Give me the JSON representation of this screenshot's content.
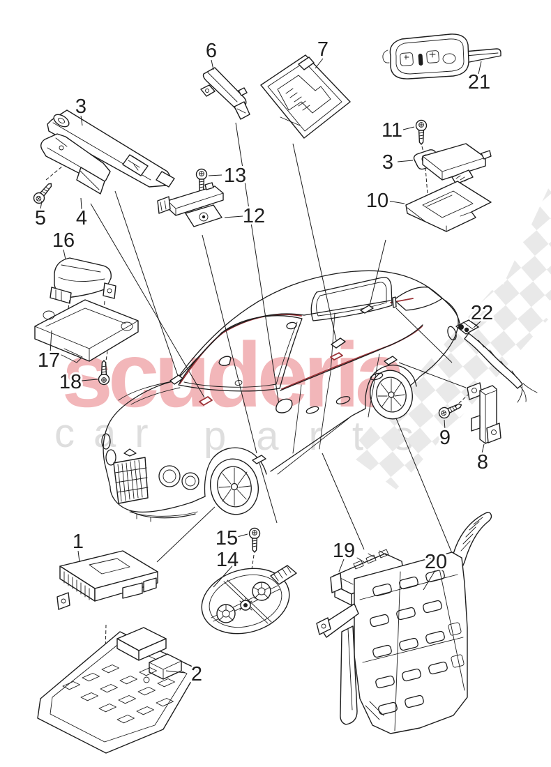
{
  "diagram": {
    "type": "parts-catalog-exploded-diagram",
    "vehicle": "luxury sedan line art",
    "background": "#ffffff"
  },
  "watermark": {
    "brand": "scuderia",
    "tagline_left": "car",
    "tagline_right": "parts",
    "brand_color": "#f2b6b9",
    "tagline_color": "#dedede",
    "checker_color": "#e9e9e9"
  },
  "colors": {
    "line": "#1d1d1d",
    "accent_red": "#9c3338",
    "label_text": "#1f1f1f",
    "background": "#ffffff"
  },
  "callouts": [
    {
      "label": "1"
    },
    {
      "label": "2"
    },
    {
      "label": "3"
    },
    {
      "label": "4"
    },
    {
      "label": "5"
    },
    {
      "label": "6"
    },
    {
      "label": "7"
    },
    {
      "label": "8"
    },
    {
      "label": "9"
    },
    {
      "label": "10"
    },
    {
      "label": "11"
    },
    {
      "label": "12"
    },
    {
      "label": "13"
    },
    {
      "label": "14"
    },
    {
      "label": "15"
    },
    {
      "label": "16"
    },
    {
      "label": "17"
    },
    {
      "label": "18"
    },
    {
      "label": "19"
    },
    {
      "label": "20"
    },
    {
      "label": "21"
    },
    {
      "label": "22"
    }
  ]
}
